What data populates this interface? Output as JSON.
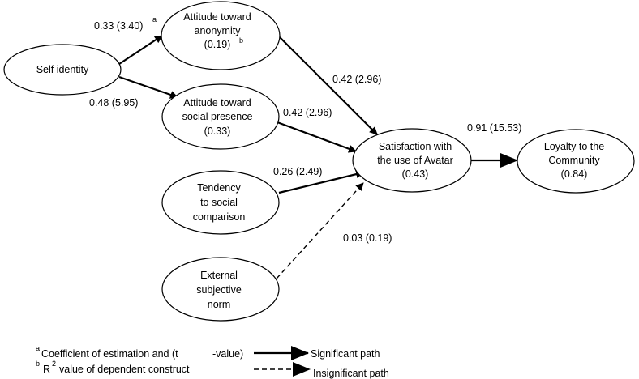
{
  "nodes": {
    "self_identity": {
      "lines": [
        "Self identity"
      ]
    },
    "attitude_anonymity": {
      "lines": [
        "Attitude toward",
        "anonymity",
        "(0.19)"
      ],
      "sup": "b"
    },
    "attitude_presence": {
      "lines": [
        "Attitude toward",
        "social presence",
        "(0.33)"
      ]
    },
    "tendency": {
      "lines": [
        "Tendency",
        "to social",
        "comparison"
      ]
    },
    "external_norm": {
      "lines": [
        "External",
        "subjective",
        "norm"
      ]
    },
    "satisfaction": {
      "lines": [
        "Satisfaction with",
        "the use of Avatar",
        "(0.43)"
      ]
    },
    "loyalty": {
      "lines": [
        "Loyalty to the",
        "Community",
        "(0.84)"
      ]
    }
  },
  "paths": {
    "si_anonymity": {
      "label": "0.33 (3.40)",
      "sup": "a",
      "significant": true
    },
    "si_presence": {
      "label": "0.48 (5.95)",
      "significant": true
    },
    "anonymity_sat": {
      "label": "0.42 (2.96)",
      "significant": true
    },
    "presence_sat": {
      "label": "0.42 (2.96)",
      "significant": true
    },
    "tendency_sat": {
      "label": "0.26 (2.49)",
      "significant": true
    },
    "norm_sat": {
      "label": "0.03 (0.19)",
      "significant": false
    },
    "sat_loyalty": {
      "label": "0.91 (15.53)",
      "significant": true
    }
  },
  "legend": {
    "note_a_sup": "a",
    "note_a_text": "Coefficient of estimation and (t",
    "note_a_text2": "-value)",
    "note_b_sup": "b",
    "note_b_r": "R",
    "note_b_sup2": "2",
    "note_b_text": "value of dependent construct",
    "significant_label": "Significant path",
    "insignificant_label": "Insignificant path"
  }
}
